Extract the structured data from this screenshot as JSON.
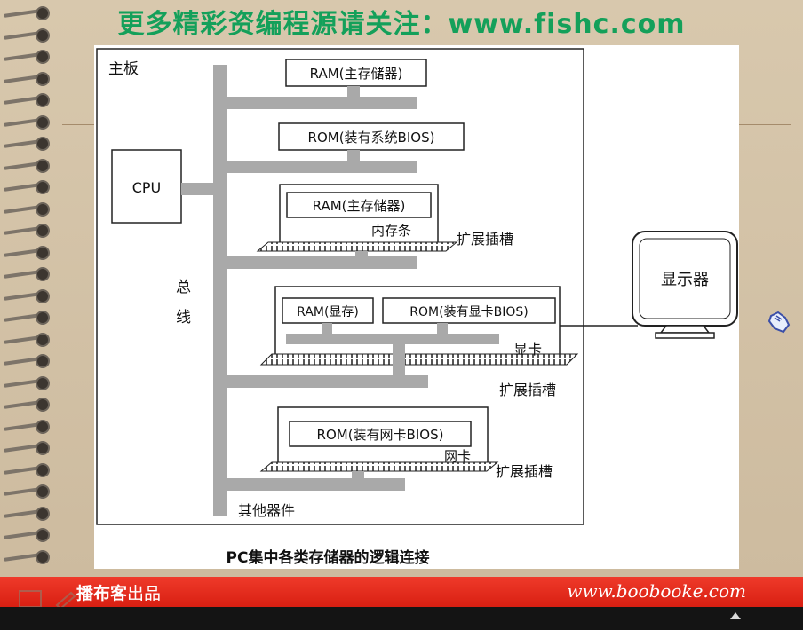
{
  "banner": {
    "text": "更多精彩资编程源请关注：www.fishc.com",
    "color": "#14a05a"
  },
  "diagram": {
    "board_label": "主板",
    "cpu_label": "CPU",
    "bus_label_top": "总",
    "bus_label_bottom": "线",
    "ram_main": "RAM(主存储器)",
    "rom_sys": "ROM(装有系统BIOS)",
    "ram_module_chip": "RAM(主存储器)",
    "ram_module_label": "内存条",
    "slot_label_1": "扩展插槽",
    "vram_chip": "RAM(显存)",
    "vrom_chip": "ROM(装有显卡BIOS)",
    "gpu_label": "显卡",
    "slot_label_2": "扩展插槽",
    "nic_rom_chip": "ROM(装有网卡BIOS)",
    "nic_label": "网卡",
    "slot_label_3": "扩展插槽",
    "other_label": "其他器件",
    "monitor_label": "显示器",
    "caption": "PC集中各类存储器的逻辑连接"
  },
  "footer": {
    "left_bold": "播布客",
    "left_light": "出品",
    "right": "www.boobooke.com"
  },
  "colors": {
    "footer_red": "#e22a1a",
    "bus_gray": "#a9a9a9",
    "paper": "#d2c1a5"
  },
  "icons": [
    "spiral-binding-ring",
    "hand-pointer-icon",
    "play-up-icon",
    "pen-tool-icon"
  ]
}
